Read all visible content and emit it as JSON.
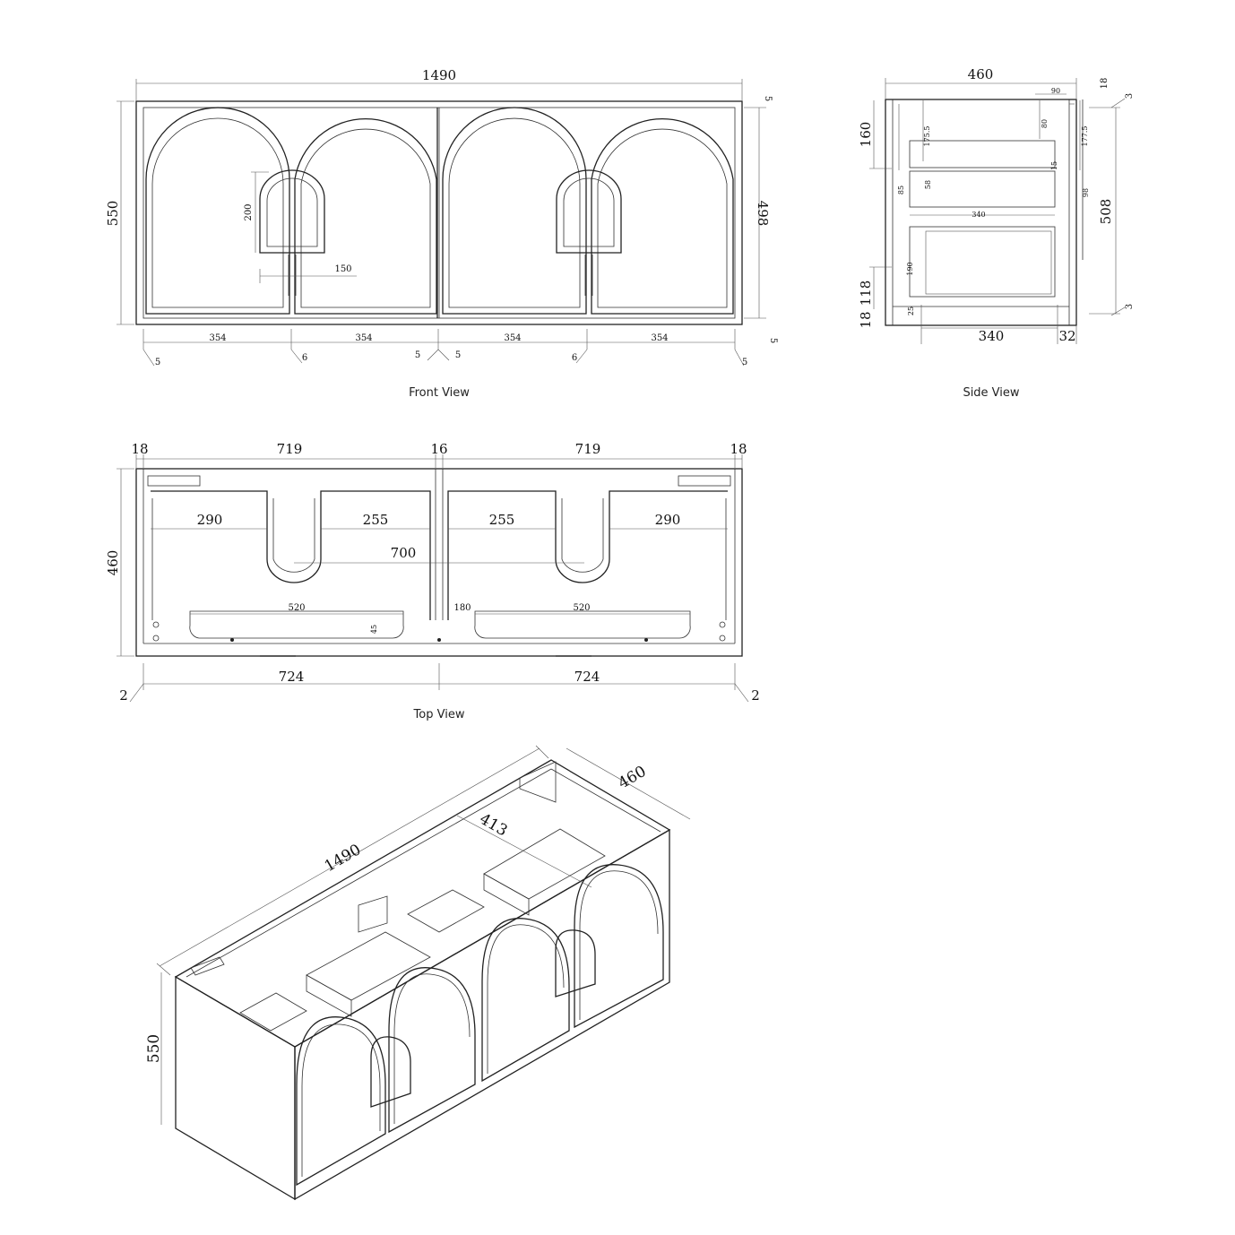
{
  "captions": {
    "front": "Front View",
    "side": "Side View",
    "top": "Top View"
  },
  "front": {
    "width": "1490",
    "height": "550",
    "door_height": "498",
    "gap_top": "5",
    "gap_bottom": "5",
    "handle_height": "200",
    "handle_offset": "150",
    "door_widths": [
      "354",
      "354",
      "354",
      "354"
    ],
    "gaps": [
      "5",
      "6",
      "5",
      "5",
      "6",
      "5"
    ]
  },
  "side": {
    "depth": "460",
    "d90": "90",
    "d18_top": "18",
    "d3_top": "3",
    "d160": "160",
    "d175_5": "175.5",
    "d80": "80",
    "d177_5": "177.5",
    "d15": "15",
    "d85": "85",
    "d58": "58",
    "d98": "98",
    "d340_mid": "340",
    "d508": "508",
    "d190": "190",
    "d118": "118",
    "d18_bottom": "18",
    "d25": "25",
    "d3_bottom": "3",
    "d340_bottom": "340",
    "d32": "32"
  },
  "top": {
    "d18_left": "18",
    "d719_left": "719",
    "d16": "16",
    "d719_right": "719",
    "d18_right": "18",
    "depth": "460",
    "d290_left": "290",
    "d255_left": "255",
    "d255_right": "255",
    "d290_right": "290",
    "d700": "700",
    "d520_left": "520",
    "d180": "180",
    "d520_right": "520",
    "d45": "45",
    "d724_left": "724",
    "d724_right": "724",
    "d2_left": "2",
    "d2_right": "2"
  },
  "iso": {
    "length": "1490",
    "depth": "460",
    "height": "550",
    "inner": "413"
  }
}
